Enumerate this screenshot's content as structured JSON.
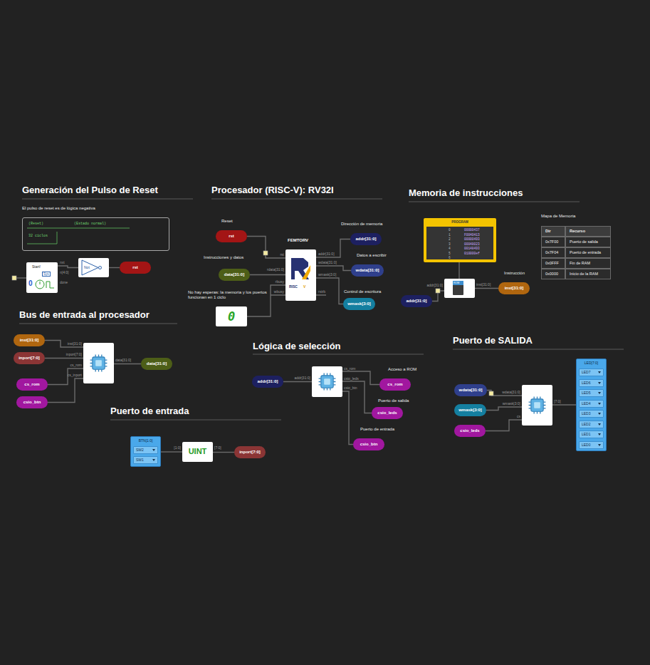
{
  "diagram": {
    "nodes": [
      {
        "text": [
          "(Reset)",
          "(Estado normal)",
          "32 ciclos"
        ]
      },
      {
        "text": [
          "Start!",
          "Sys",
          "0",
          "nxt",
          "n[4:0]",
          "done"
        ]
      },
      {
        "text": [
          "Not"
        ]
      },
      {
        "text": [
          "rst"
        ]
      },
      {
        "text": [
          "rst"
        ]
      },
      {
        "text": [
          "data[31:0]"
        ]
      },
      {
        "text": [
          "0"
        ]
      },
      {
        "text": [
          "FEMTORV",
          "RISC",
          "V",
          "rst",
          "rdata[31:0]",
          "rbusy",
          "wbusy",
          "addr[31:0]",
          "wdata[31:0]",
          "wmask[3:0]",
          "rstrb"
        ]
      },
      {
        "text": [
          "addr[31:0]"
        ]
      },
      {
        "text": [
          "wdata[31:0]"
        ]
      },
      {
        "text": [
          "wmask[3:0]"
        ]
      },
      {
        "text": [
          "PROGRAM",
          "0",
          "00000437",
          "1",
          "F0040413",
          "2",
          "00000493",
          "3",
          "00048023",
          "4",
          "00148493",
          "5",
          "010000ef",
          "6"
        ]
      },
      {
        "text": [
          "ROM",
          "addr[31:0]",
          "inst[31:0]"
        ]
      },
      {
        "text": [
          "addr[31:0]"
        ]
      },
      {
        "text": [
          "inst[31:0]"
        ]
      },
      {
        "text": [
          "inst[31:0]"
        ]
      },
      {
        "text": [
          "inport[7:0]"
        ]
      },
      {
        "text": [
          "cs_rom"
        ]
      },
      {
        "text": [
          "csio_btn"
        ]
      },
      {
        "text": [
          "inst[31:0]",
          "inport[7:0]",
          "cs_rom",
          "cs_inport",
          "data[31:0]"
        ]
      },
      {
        "text": [
          "data[31:0]"
        ]
      },
      {
        "text": [
          "BTN[1:0]",
          "SW2",
          "SW1"
        ]
      },
      {
        "text": [
          "UINT",
          "[1:0]",
          "[7:0]"
        ]
      },
      {
        "text": [
          "inport[7:0]"
        ]
      },
      {
        "text": [
          "addr[31:0]"
        ]
      },
      {
        "text": [
          "addr[31:0]",
          "cs_rom",
          "csio_leds",
          "csio_btn"
        ]
      },
      {
        "text": [
          "cs_rom"
        ]
      },
      {
        "text": [
          "csio_leds"
        ]
      },
      {
        "text": [
          "csio_btn"
        ]
      },
      {
        "text": [
          "wdata[31:0]"
        ]
      },
      {
        "text": [
          "wmask[3:0]"
        ]
      },
      {
        "text": [
          "csio_leds"
        ]
      },
      {
        "text": [
          "wdata[31:0]",
          "wmask[3:0]",
          "cs",
          "[7:0]"
        ]
      },
      {
        "text": [
          "LED[7:0]",
          "LED7",
          "LED6",
          "LED5",
          "LED4",
          "LED3",
          "LED2",
          "LED1",
          "LED0"
        ]
      }
    ],
    "edges": [
      {
        "from": 1,
        "to": 2,
        "arrow": "none"
      },
      {
        "from": 2,
        "to": 3,
        "arrow": "none"
      },
      {
        "from": 4,
        "to": 7,
        "arrow": "none"
      },
      {
        "from": 5,
        "to": 7,
        "arrow": "none"
      },
      {
        "from": 6,
        "to": 7,
        "arrow": "none"
      },
      {
        "from": 7,
        "to": 8,
        "arrow": "none"
      },
      {
        "from": 7,
        "to": 9,
        "arrow": "none"
      },
      {
        "from": 7,
        "to": 10,
        "arrow": "none"
      },
      {
        "from": 11,
        "to": 12,
        "arrow": "none"
      },
      {
        "from": 13,
        "to": 12,
        "arrow": "none"
      },
      {
        "from": 12,
        "to": 14,
        "arrow": "none"
      },
      {
        "from": 15,
        "to": 19,
        "arrow": "none"
      },
      {
        "from": 16,
        "to": 19,
        "arrow": "none"
      },
      {
        "from": 17,
        "to": 19,
        "arrow": "none"
      },
      {
        "from": 18,
        "to": 19,
        "arrow": "none"
      },
      {
        "from": 19,
        "to": 20,
        "arrow": "none"
      },
      {
        "from": 21,
        "to": 22,
        "arrow": "none"
      },
      {
        "from": 22,
        "to": 23,
        "arrow": "none"
      },
      {
        "from": 24,
        "to": 25,
        "arrow": "none"
      },
      {
        "from": 25,
        "to": 26,
        "arrow": "none"
      },
      {
        "from": 25,
        "to": 27,
        "arrow": "none"
      },
      {
        "from": 25,
        "to": 28,
        "arrow": "none"
      },
      {
        "from": 29,
        "to": 32,
        "arrow": "none"
      },
      {
        "from": 30,
        "to": 32,
        "arrow": "none"
      },
      {
        "from": 31,
        "to": 32,
        "arrow": "none"
      },
      {
        "from": 32,
        "to": 33,
        "arrow": "none"
      }
    ],
    "labels": [
      "Generación del Pulso de Reset",
      "El pulso de reset es de lógica negativa",
      "Procesador (RISC-V): RV32I",
      "Reset",
      "Instrucciones y datos",
      "No hay esperas: la memoria y los puertos funcionan en 1 ciclo",
      "Dirección de memoria",
      "Datos a escribir",
      "Control de escritura",
      "Memoria de instrucciones",
      "Mapa de Memoria",
      "Dir",
      "Recurso",
      "0x7F00",
      "Puerto de salida",
      "0x7F04",
      "Puerto de entrada",
      "0x0FFF",
      "Fin de RAM",
      "0x0000",
      "Inicio de la RAM",
      "Instrucción",
      "Bus de entrada al procesador",
      "Lógica de selección",
      "Acceso a ROM",
      "Puerto de salida",
      "Puerto de entrada",
      "Puerto de SALIDA",
      "Puerto de entrada"
    ]
  }
}
